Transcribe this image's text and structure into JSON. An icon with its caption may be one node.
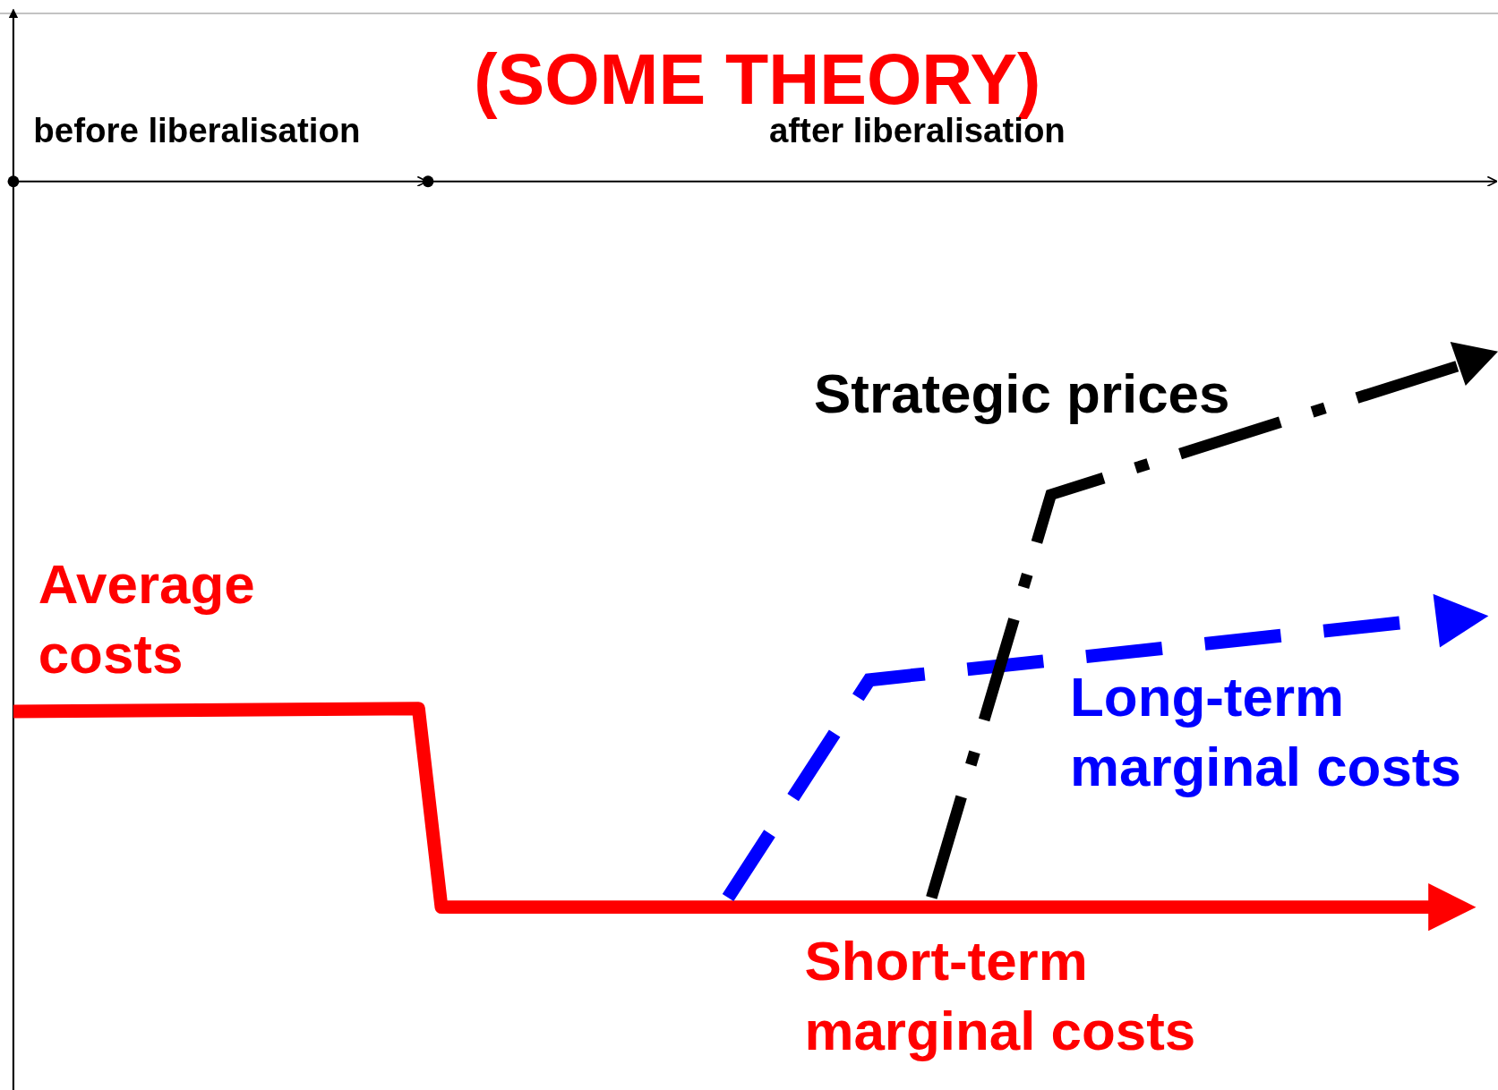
{
  "diagram": {
    "title": "(SOME THEORY)",
    "labels": [
      "before liberalisation",
      "after liberalisation",
      "Strategic prices",
      "Average costs",
      "Long-term marginal costs",
      "Short-term marginal costs"
    ]
  }
}
